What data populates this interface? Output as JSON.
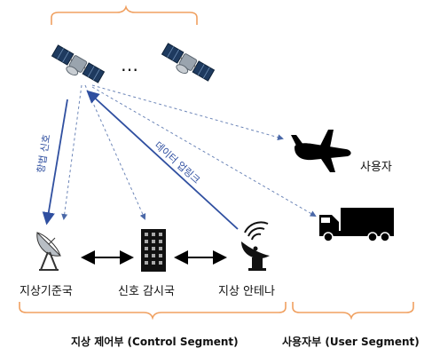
{
  "labels": {
    "ellipsis": "…",
    "user": "사용자",
    "ground_station": "지상기준국",
    "signal_monitor": "신호 감시국",
    "ground_antenna": "지상 안테나",
    "nav_signal": "항법 신호",
    "data_uplink": "데이터 업링크"
  },
  "segments": {
    "control": "지상 제어부 (Control Segment)",
    "user": "사용자부 (User Segment)"
  },
  "colors": {
    "bracket": "#f0a060",
    "arrow_blue": "#2f4fa0",
    "dashed_blue": "#6d86b8",
    "black": "#000000"
  },
  "icons": {
    "satellite_1": "satellite-icon",
    "satellite_2": "satellite-icon",
    "airplane": "airplane-icon",
    "truck": "truck-icon",
    "dish": "satellite-dish-icon",
    "building": "building-icon",
    "antenna": "antenna-icon"
  }
}
